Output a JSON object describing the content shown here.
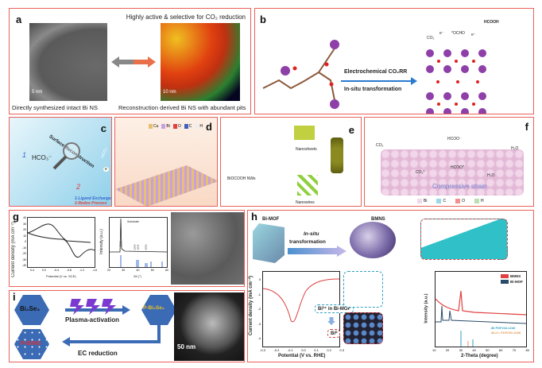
{
  "panel_a": {
    "label": "a",
    "title": "Highly active & selective for CO₂ reduction",
    "left_caption": "Directly synthesized intact Bi NS",
    "right_caption": "Reconstruction derived Bi NS with abundant pits",
    "scale_left": "5 nm",
    "scale_right": "10 nm"
  },
  "panel_b": {
    "label": "b",
    "arrow_top": "Electrochemical CO₂RR",
    "arrow_bottom": "In-situ transformation",
    "species": [
      "CO₂",
      "e⁻",
      "*OCHO",
      "e⁻",
      "HCOOH"
    ]
  },
  "panel_c": {
    "label": "c",
    "route1": "1",
    "route2": "2",
    "ion": "HCO₃⁻",
    "surface": "Surface Reconstruction",
    "arrow": "HCO₃⁻",
    "electron": "e",
    "legend1": "1-Ligand Exchange",
    "legend2": "2-Redox Process"
  },
  "panel_d": {
    "label": "d",
    "legend": [
      "Cu",
      "Bi",
      "O",
      "C",
      "H"
    ]
  },
  "panel_e": {
    "label": "e",
    "nanosheets": "Nanosheets",
    "nanowires": "Nanowires",
    "precursor": "BiOCOOH NWs"
  },
  "panel_f": {
    "label": "f",
    "species": [
      "CO₂",
      "HCOO⁻",
      "H₂O",
      "CO₂*",
      "HCOO*",
      "H₂O"
    ],
    "strain": "Compressive strain",
    "legend": [
      "Bi",
      "C",
      "O",
      "H"
    ]
  },
  "panel_g": {
    "label": "g",
    "cv": {
      "ylabel": "Current density (mA cm⁻²)",
      "xlabel": "Potential (V vs. SCE)",
      "yticks": [
        "40",
        "30",
        "20",
        "10",
        "0",
        "-10",
        "-20",
        "-30",
        "-40"
      ],
      "xticks": [
        "0.4",
        "0.0",
        "-0.4",
        "-0.8",
        "-1.2",
        "-1.6"
      ]
    },
    "xrd": {
      "ylabel": "Intensity (a.u.)",
      "xlabel": "2θ (°)",
      "xticks": [
        "20",
        "30",
        "40",
        "50",
        "60"
      ],
      "legend": "Substrate",
      "peaks": [
        "(012)",
        "(104)",
        "(110)",
        "(202)"
      ]
    }
  },
  "panel_h": {
    "label": "h",
    "mof": "Bi-MOF",
    "arrow_top": "In-situ",
    "arrow_bottom": "transformation",
    "product": "BMNS",
    "bi3": "Bi³⁺ in Bi-MOF",
    "bi0": "Bi⁰",
    "lsv": {
      "ylabel": "Current density (mA cm⁻²)",
      "xlabel": "Potential (V vs. RHE)",
      "yticks": [
        "0",
        "-1",
        "-2",
        "-3",
        "-4"
      ],
      "xticks": [
        "-0.3",
        "-0.2",
        "-0.1",
        "0.0",
        "0.1",
        "0.2",
        "0.3"
      ]
    },
    "xrd": {
      "ylabel": "Intensity (a.u.)",
      "xlabel": "2-Theta (degree)",
      "xticks": [
        "10",
        "20",
        "30",
        "40",
        "50",
        "60",
        "70",
        "80"
      ],
      "legend": [
        "BMNS",
        "Bi-MOF"
      ],
      "refs": [
        "-Bi PDF#44-1246",
        "-Bi₂O₃ PDF#50-1088"
      ]
    }
  },
  "panel_i": {
    "label": "i",
    "start": "Bi₂Se₃",
    "plasma": "Plasma-activation",
    "mid": "P-Bi₂Se₃",
    "ec": "EC reduction",
    "end": "P-BiNS",
    "scale": "50 nm"
  },
  "colors": {
    "border": "#e8615a",
    "hex": "#3b6bb5",
    "bi": "#8e3fa8",
    "oxygen": "#e02020"
  }
}
